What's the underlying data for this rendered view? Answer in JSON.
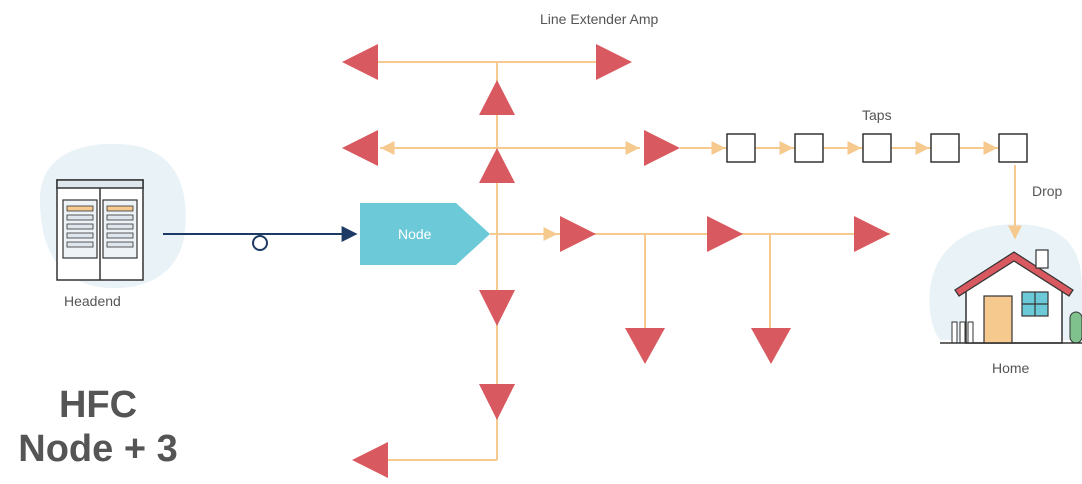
{
  "labels": {
    "line_extender": "Line Extender Amp",
    "taps": "Taps",
    "drop": "Drop",
    "node": "Node",
    "headend": "Headend",
    "home": "Home"
  },
  "title": {
    "line1": "HFC",
    "line2": "Node + 3"
  },
  "colors": {
    "amp": "#d8595f",
    "coax": "#f6c98f",
    "fiber": "#1c3a63",
    "node": "#6ccad8",
    "blob": "#e8f2f7",
    "tap_border": "#333333",
    "text": "#555555"
  }
}
